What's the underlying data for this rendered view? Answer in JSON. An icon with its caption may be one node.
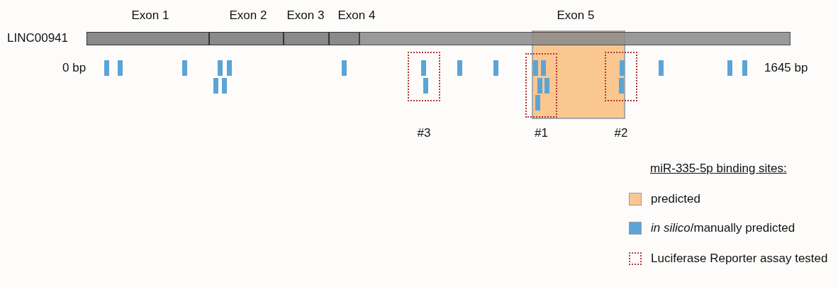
{
  "diagram": {
    "nodes": [
      {
        "text": [
          "Exon 1"
        ]
      },
      {
        "text": [
          "Exon 2"
        ]
      },
      {
        "text": [
          "Exon 3"
        ]
      },
      {
        "text": [
          "Exon 4"
        ]
      },
      {
        "text": [
          "Exon 5"
        ]
      },
      {
        "text": [
          "#3"
        ]
      },
      {
        "text": [
          "#1"
        ]
      },
      {
        "text": [
          "#2"
        ]
      }
    ],
    "labels": [
      "LINC00941",
      "0 bp",
      "1645 bp",
      "miR-335-5p binding sites:"
    ],
    "legend": [
      {
        "text": "predicted",
        "color": "#fac791"
      },
      {
        "text": "*in silico*/manually predicted",
        "color": "#5aa5d5"
      },
      {
        "text": "Luciferase Reporter assay tested"
      }
    ]
  }
}
